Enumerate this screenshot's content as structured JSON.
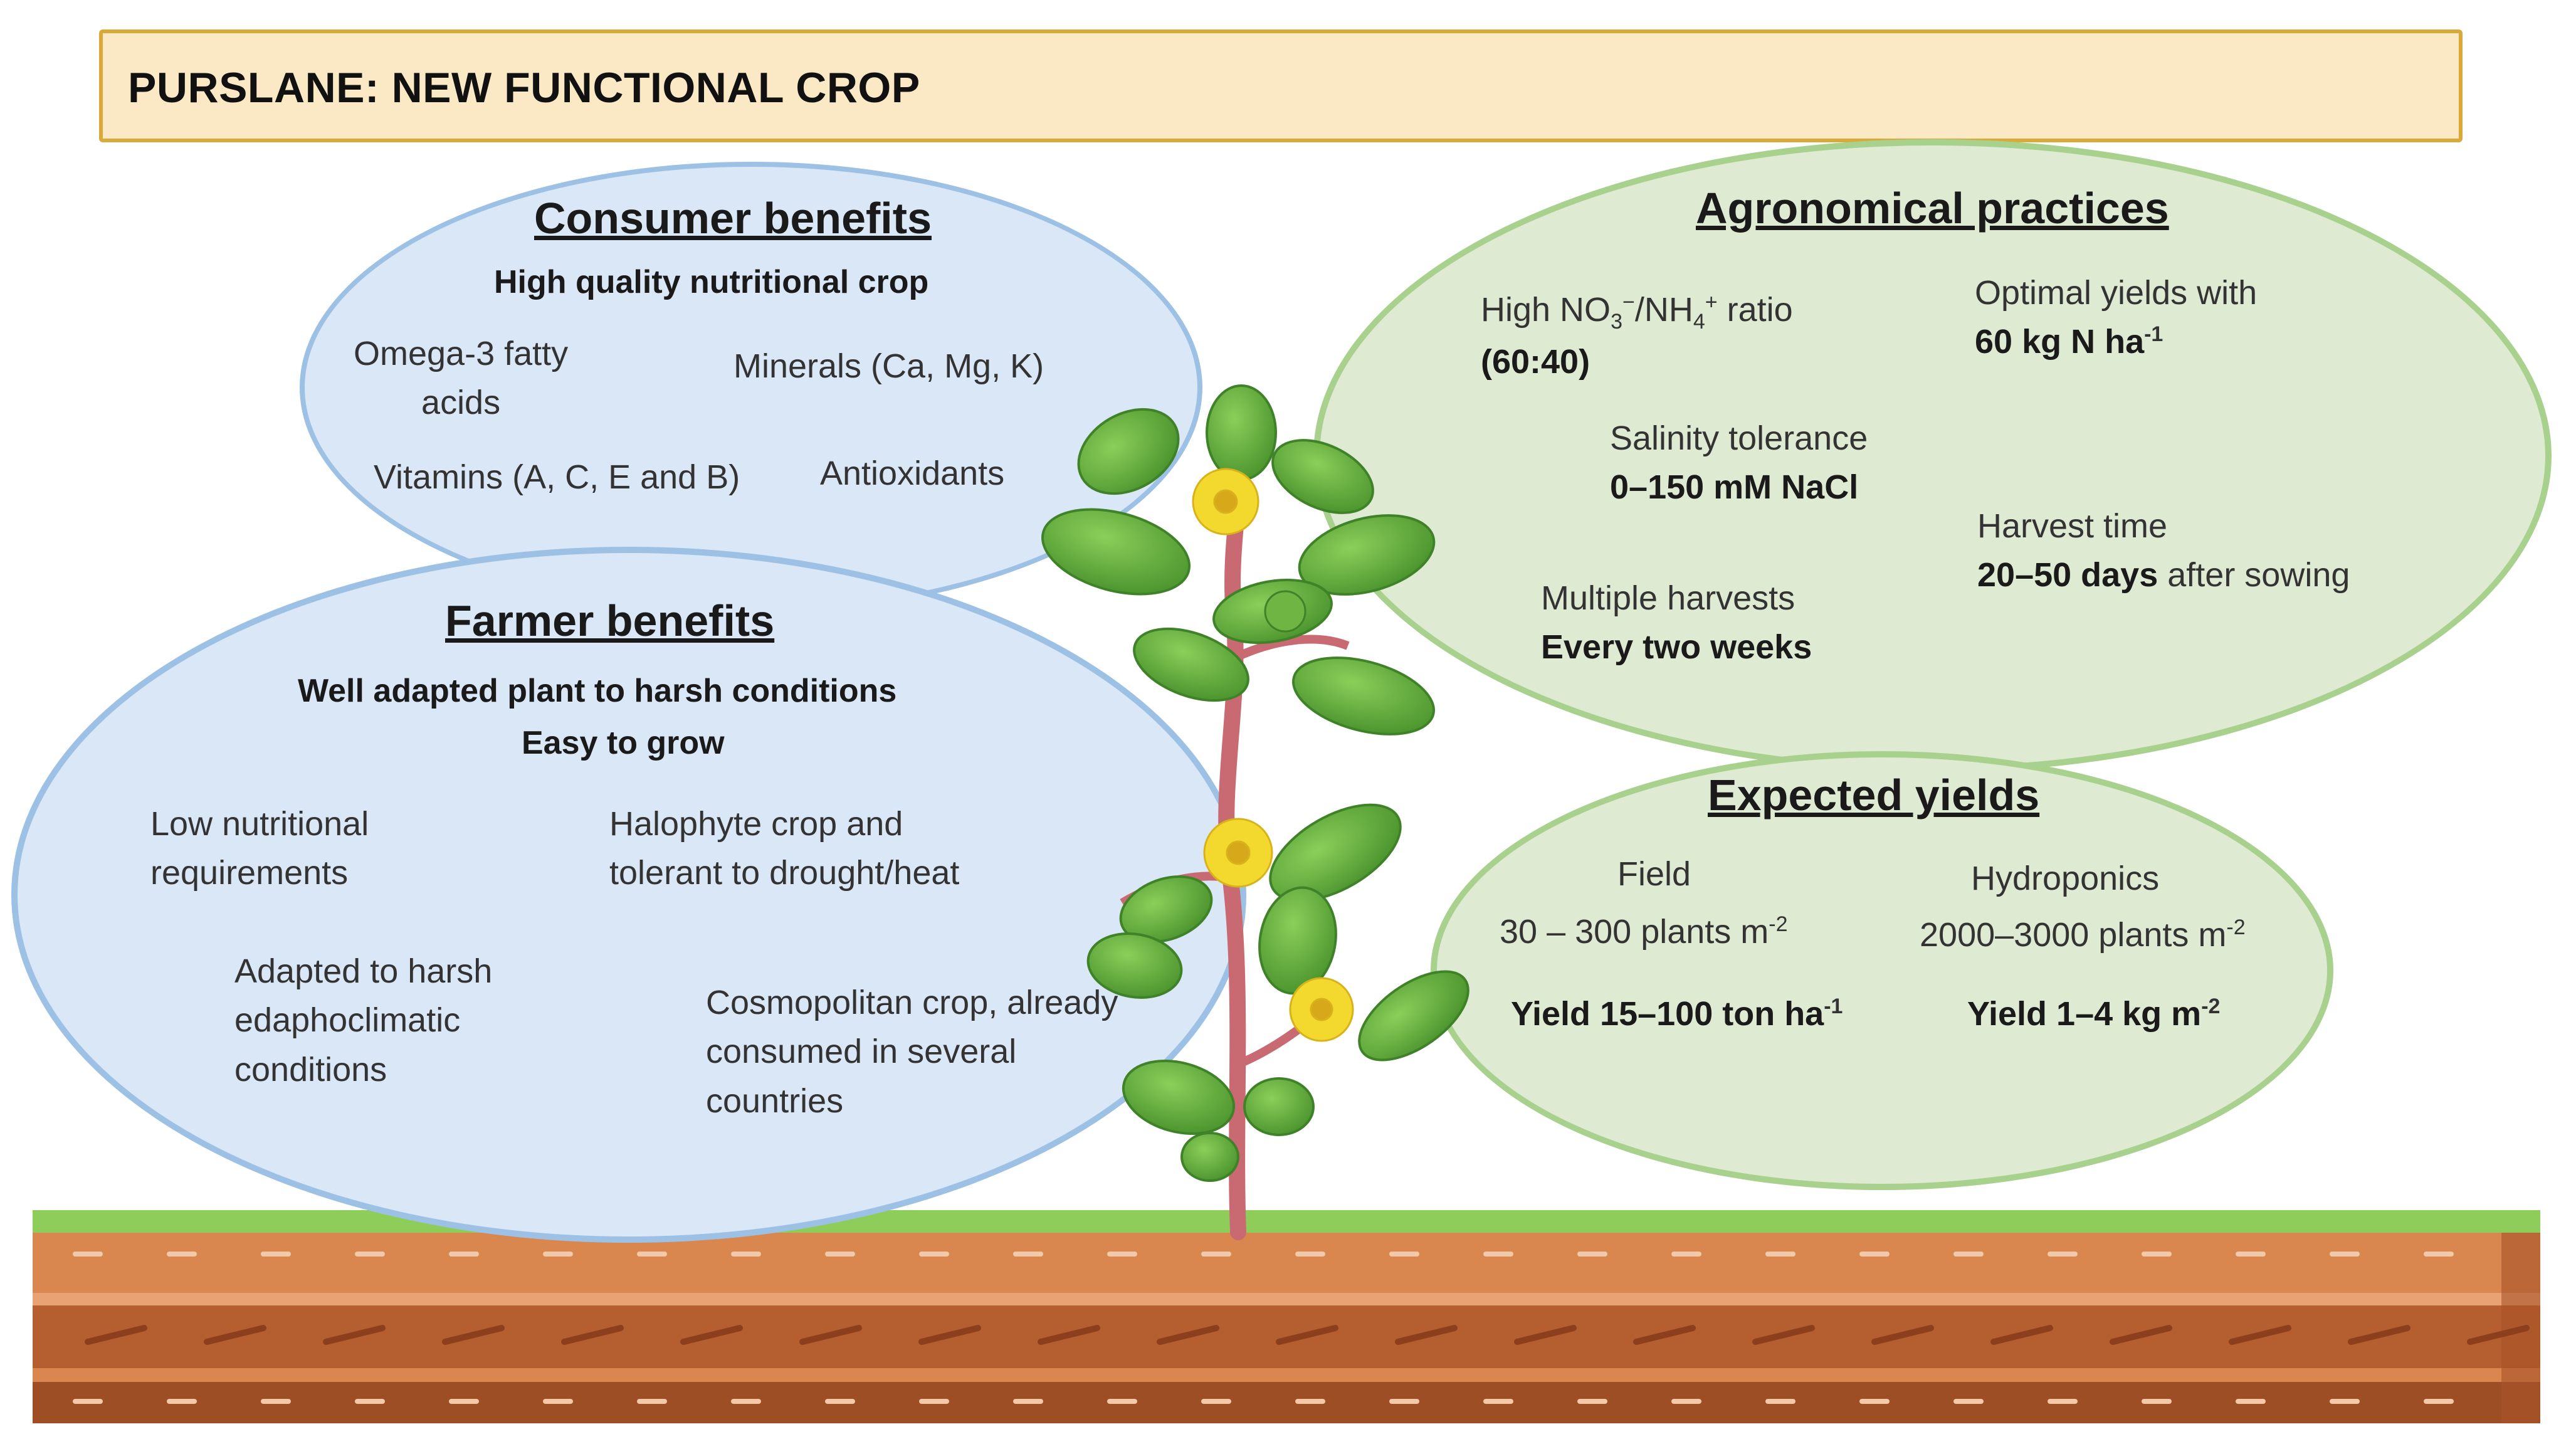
{
  "title": "PURSLANE: NEW FUNCTIONAL CROP",
  "consumer": {
    "heading": "Consumer benefits",
    "subtitle": "High quality nutritional  crop",
    "omega_1": "Omega-3 fatty",
    "omega_2": "acids",
    "minerals": "Minerals (Ca, Mg, K)",
    "vitamins": "Vitamins (A, C, E and B)",
    "antioxidants": "Antioxidants"
  },
  "farmer": {
    "heading": "Farmer benefits",
    "subtitle_1": "Well adapted  plant to harsh  conditions",
    "subtitle_2": "Easy to grow",
    "low_1": "Low nutritional",
    "low_2": "requirements",
    "halo_1": "Halophyte crop and",
    "halo_2": "tolerant to drought/heat",
    "adapt_1": "Adapted to harsh",
    "adapt_2": "edaphoclimatic",
    "adapt_3": "conditions",
    "cosmo_1": "Cosmopolitan crop, already",
    "cosmo_2": "consumed in several",
    "cosmo_3": "countries"
  },
  "agronomical": {
    "heading": "Agronomical practices",
    "ratio_label_pre": "High NO",
    "ratio_sub1": "3",
    "ratio_sup1": "−",
    "ratio_mid": "/NH",
    "ratio_sub2": "4",
    "ratio_sup2": "+",
    "ratio_label_post": " ratio",
    "ratio_value": "(60:40)",
    "yield_label": "Optimal yields with",
    "yield_value": "60 kg N ha",
    "yield_exp": "-1",
    "salinity_label": "Salinity tolerance",
    "salinity_value": "0–150 mM NaCl",
    "harvest_label": "Harvest time",
    "harvest_value_bold": "20–50 days",
    "harvest_value_rest": " after sowing",
    "multi_label": "Multiple harvests",
    "multi_value": "Every two weeks"
  },
  "yields": {
    "heading": "Expected yields",
    "field_label": "Field",
    "field_density": "30 – 300 plants m",
    "field_density_exp": "-2",
    "field_yield": "Yield 15–100 ton ha",
    "field_yield_exp": "-1",
    "hydro_label": "Hydroponics",
    "hydro_density": "2000–3000 plants m",
    "hydro_density_exp": "-2",
    "hydro_yield": "Yield 1–4 kg m",
    "hydro_yield_exp": "-2"
  },
  "colors": {
    "title_fill": "#fbe9c5",
    "title_border": "#d9a93a",
    "blue_fill": "#dae7f6",
    "blue_border": "#9cc1e4",
    "green_fill": "#deebd2",
    "green_border": "#a9d18e",
    "soil_light": "#d9864f",
    "soil_dark": "#b15a2b",
    "grass": "#8fcd5a",
    "stem": "#c96a72",
    "leaf": "#5fa83a",
    "flower": "#f3d92e"
  }
}
